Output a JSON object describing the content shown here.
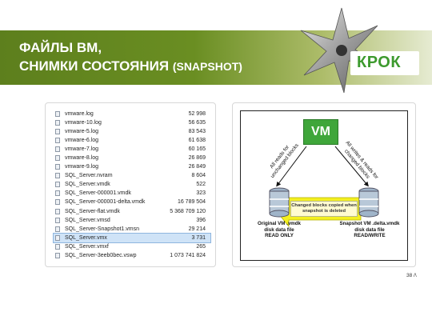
{
  "slide": {
    "title_line1": "ФАЙЛЫ ВМ,",
    "title_line2": "СНИМКИ СОСТОЯНИЯ",
    "title_line2_en": "(SNAPSHOT)",
    "logo_text": "КРОК",
    "page_number": "38 /\\",
    "accent_green": "#5d7f1d",
    "logo_green": "#3d9a2e"
  },
  "files": [
    {
      "name": "vmware.log",
      "size": "52 998"
    },
    {
      "name": "vmware-10.log",
      "size": "56 635"
    },
    {
      "name": "vmware-5.log",
      "size": "83 543"
    },
    {
      "name": "vmware-6.log",
      "size": "61 638"
    },
    {
      "name": "vmware-7.log",
      "size": "60 165"
    },
    {
      "name": "vmware-8.log",
      "size": "26 869"
    },
    {
      "name": "vmware-9.log",
      "size": "26 849"
    },
    {
      "name": "SQL_Server.nvram",
      "size": "8 604"
    },
    {
      "name": "SQL_Server.vmdk",
      "size": "522"
    },
    {
      "name": "SQL_Server-000001.vmdk",
      "size": "323"
    },
    {
      "name": "SQL_Server-000001-delta.vmdk",
      "size": "16 789 504"
    },
    {
      "name": "SQL_Server-flat.vmdk",
      "size": "5 368 709 120"
    },
    {
      "name": "SQL_Server.vmsd",
      "size": "396"
    },
    {
      "name": "SQL_Server-Snapshot1.vmsn",
      "size": "29 214"
    },
    {
      "name": "SQL_Server.vmx",
      "size": "3 731",
      "selected": true
    },
    {
      "name": "SQL_Server.vmxf",
      "size": "265"
    },
    {
      "name": "SQL_Server-3eeb0bec.vswp",
      "size": "1 073 741 824"
    }
  ],
  "diagram": {
    "vm_label": "VM",
    "left_arrow_label_1": "All reads for",
    "left_arrow_label_2": "unchanged blocks",
    "right_arrow_label_1": "All writes & reads for",
    "right_arrow_label_2": "changed blocks",
    "copy_msg_1": "Changed blocks copied when",
    "copy_msg_2": "snapshot is deleted",
    "orig_cap_1": "Original VM .vmdk",
    "orig_cap_2": "disk data file",
    "orig_cap_3": "READ ONLY",
    "snap_cap_1": "Snapshot VM .delta.vmdk",
    "snap_cap_2": "disk data file",
    "snap_cap_3": "READ/WRITE"
  }
}
